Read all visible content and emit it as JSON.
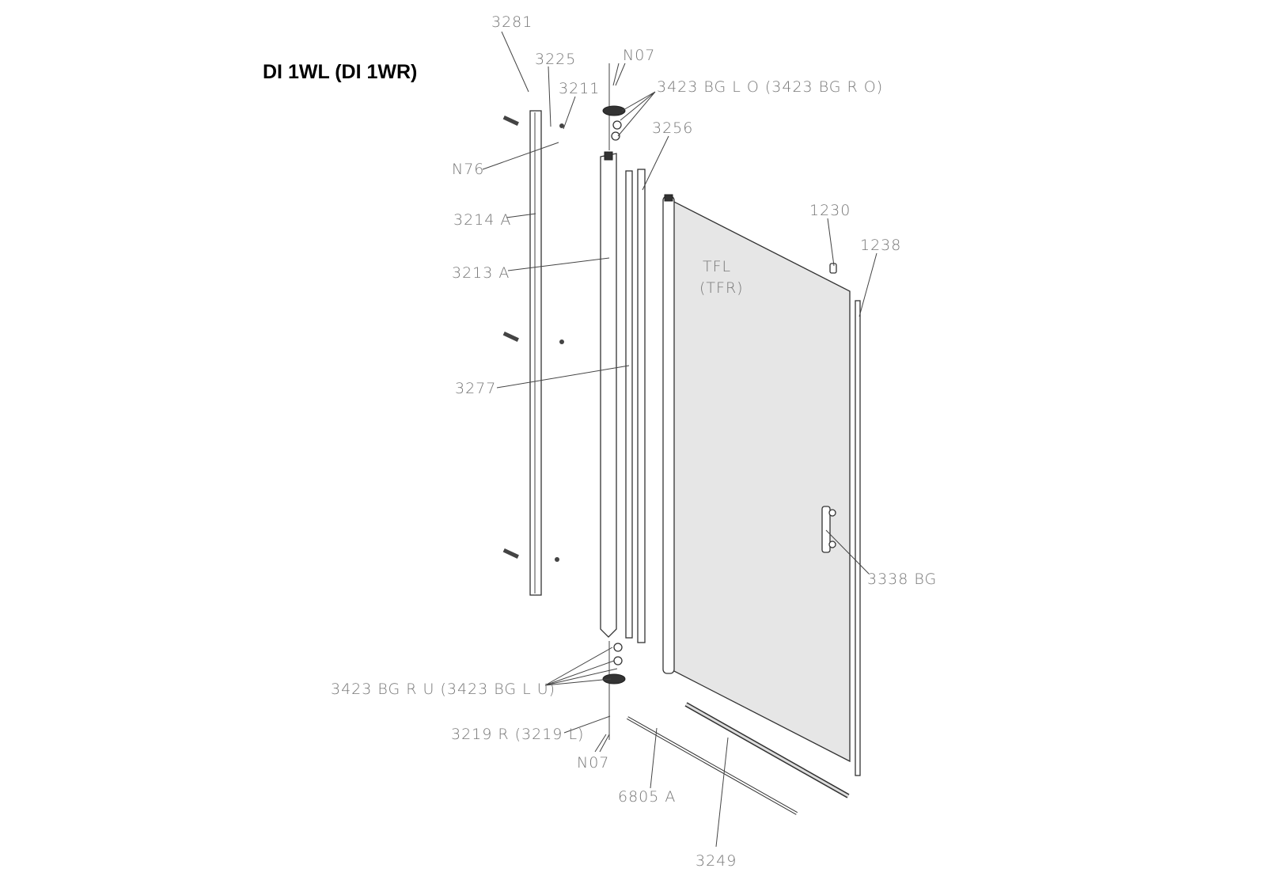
{
  "title": "DI 1WL (DI 1WR)",
  "labels": {
    "p3281": "3281",
    "p3225": "3225",
    "p3211": "3211",
    "n07_top": "N07",
    "p3423_top": "3423 BG L O (3423 BG R O)",
    "p3256": "3256",
    "n76": "N76",
    "p1230": "1230",
    "p1238": "1238",
    "p3214": "3214 A",
    "p3213": "3213 A",
    "tfl": "TFL",
    "tfr": "(TFR)",
    "p3277": "3277",
    "p3338": "3338 BG",
    "p3423_bottom": "3423 BG R U (3423 BG L U)",
    "p3219": "3219 R (3219 L)",
    "n07_bottom": "N07",
    "p6805": "6805 A",
    "p3249": "3249"
  },
  "colors": {
    "glass": "#e6e6e6",
    "line": "#444444",
    "label": "#777777"
  }
}
